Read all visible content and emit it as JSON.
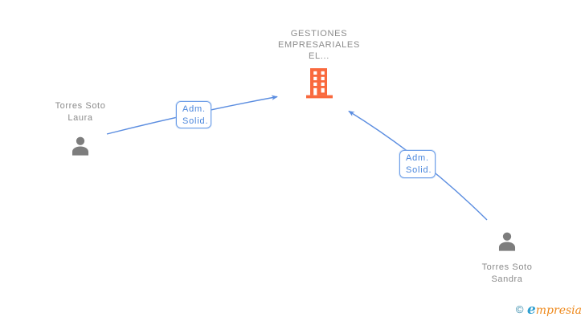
{
  "colors": {
    "edge_blue": "#5b8de0",
    "label_text_blue": "#4a86dc",
    "label_border_blue": "#6f9fe8",
    "node_gray": "#7d7d7d",
    "text_gray": "#8b8b8b",
    "building_orange": "#f9693d",
    "logo_blue": "#2e86a8",
    "logo_e_blue": "#2f9fd0",
    "logo_orange": "#ee8a1e"
  },
  "nodes": {
    "company": {
      "line1": "GESTIONES",
      "line2": "EMPRESARIALES",
      "line3": "EL...",
      "icon": "building-icon"
    },
    "laura": {
      "line1": "Torres Soto",
      "line2": "Laura",
      "icon": "person-icon"
    },
    "sandra": {
      "line1": "Torres Soto",
      "line2": "Sandra",
      "icon": "person-icon"
    }
  },
  "edges": {
    "laura_to_company": {
      "line1": "Adm.",
      "line2": "Solid.",
      "label": "Adm. Solid.",
      "from": "Torres Soto Laura",
      "to": "GESTIONES EMPRESARIALES EL..."
    },
    "sandra_to_company": {
      "line1": "Adm.",
      "line2": "Solid.",
      "label": "Adm. Solid.",
      "from": "Torres Soto Sandra",
      "to": "GESTIONES EMPRESARIALES EL..."
    }
  },
  "logo": {
    "copyright": "©",
    "initial": "e",
    "rest": "mpresia"
  }
}
